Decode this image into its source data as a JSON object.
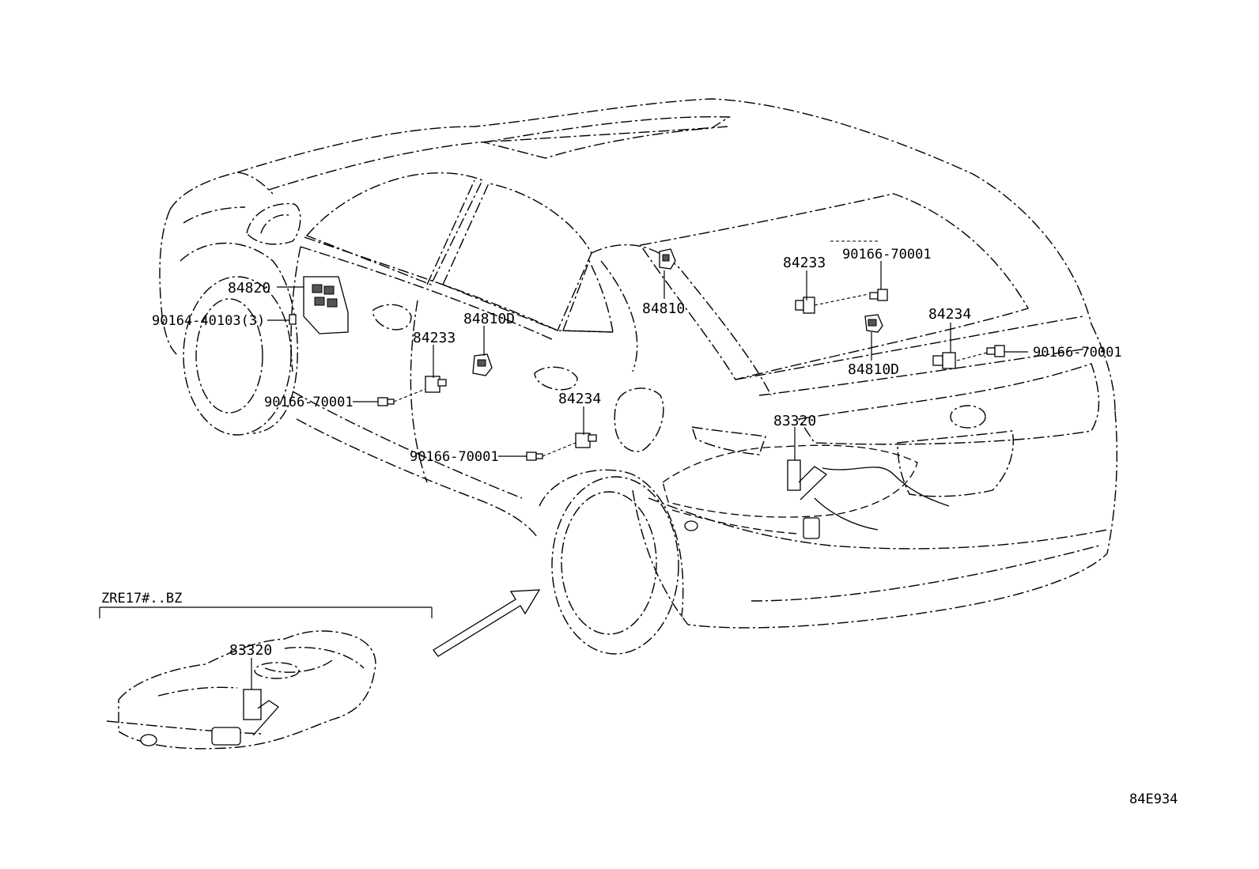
{
  "diagram": {
    "callouts": [
      {
        "id": "c1",
        "text": "84820"
      },
      {
        "id": "c2",
        "text": "90164-40103(3)"
      },
      {
        "id": "c3",
        "text": "84233"
      },
      {
        "id": "c4",
        "text": "90166-70001"
      },
      {
        "id": "c5",
        "text": "84810D"
      },
      {
        "id": "c6",
        "text": "84234"
      },
      {
        "id": "c7",
        "text": "90166-70001"
      },
      {
        "id": "c8",
        "text": "84810"
      },
      {
        "id": "c9",
        "text": "84233"
      },
      {
        "id": "c10",
        "text": "90166-70001"
      },
      {
        "id": "c11",
        "text": "84810D"
      },
      {
        "id": "c12",
        "text": "84234"
      },
      {
        "id": "c13",
        "text": "90166-70001"
      },
      {
        "id": "c14",
        "text": "83320"
      },
      {
        "id": "c15",
        "text": "83320"
      }
    ],
    "inset_label": "ZRE17#..BZ",
    "figure_code": "84E934"
  }
}
